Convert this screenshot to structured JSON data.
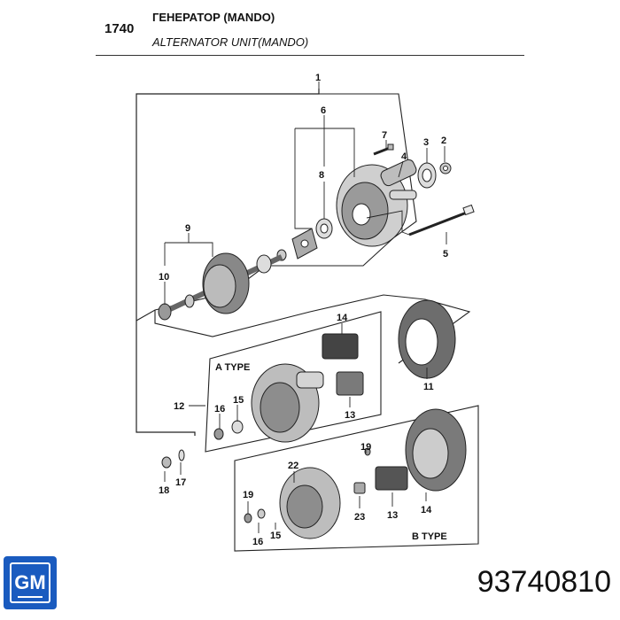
{
  "header": {
    "code": "1740",
    "title_ru": "ГЕНЕРАТОР (MANDO)",
    "title_en": "ALTERNATOR UNIT(MANDO)"
  },
  "callouts": {
    "c1": "1",
    "c2": "2",
    "c3": "3",
    "c4": "4",
    "c5": "5",
    "c6": "6",
    "c7": "7",
    "c8": "8",
    "c9": "9",
    "c10": "10",
    "c11": "11",
    "c12": "12",
    "c13a": "13",
    "c14a": "14",
    "c15a": "15",
    "c16a": "16",
    "c17": "17",
    "c18": "18",
    "c19a": "19",
    "c22": "22",
    "c13b": "13",
    "c14b": "14",
    "c19b": "19",
    "c16b": "16",
    "c15b": "15",
    "c23": "23"
  },
  "types": {
    "a_type": "A TYPE",
    "b_type": "B TYPE"
  },
  "logo": {
    "text": "GM",
    "color": "#1a5bbf"
  },
  "part_number": "93740810"
}
